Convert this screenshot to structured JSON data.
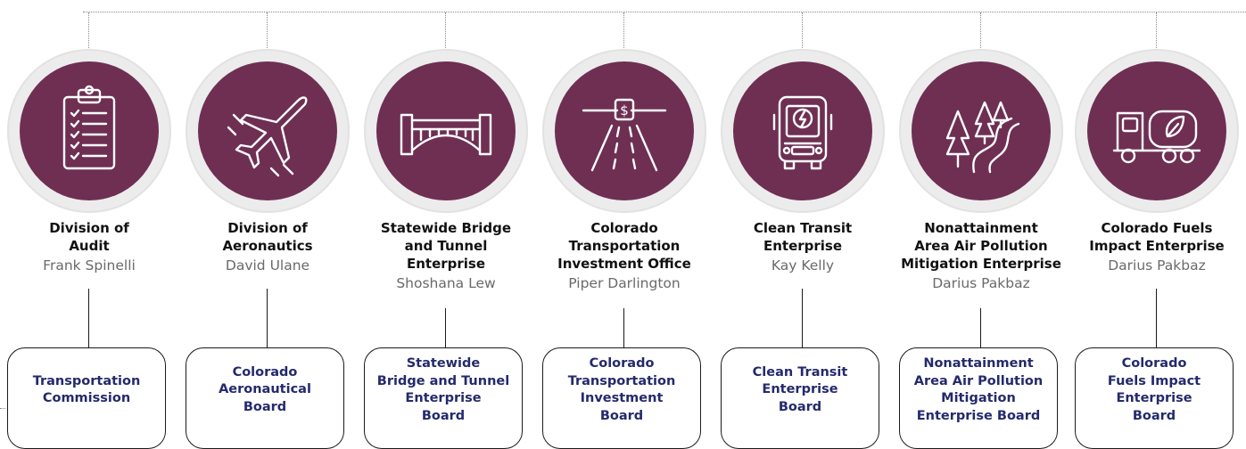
{
  "units": [
    {
      "title": "Division of\nAudit",
      "person": "Frank Spinelli",
      "board": "Transportation\nCommission",
      "icon": "clipboard-checklist-icon"
    },
    {
      "title": "Division of\nAeronautics",
      "person": "David Ulane",
      "board": "Colorado\nAeronautical\nBoard",
      "icon": "airplane-icon"
    },
    {
      "title": "Statewide Bridge\nand Tunnel\nEnterprise",
      "person": "Shoshana Lew",
      "board": "Statewide\nBridge and Tunnel\nEnterprise\nBoard",
      "icon": "bridge-icon"
    },
    {
      "title": "Colorado\nTransportation\nInvestment Office",
      "person": "Piper Darlington",
      "board": "Colorado\nTransportation\nInvestment\nBoard",
      "icon": "toll-road-icon"
    },
    {
      "title": "Clean Transit\nEnterprise",
      "person": "Kay Kelly",
      "board": "Clean Transit\nEnterprise\nBoard",
      "icon": "electric-bus-icon"
    },
    {
      "title": "Nonattainment\nArea Air Pollution\nMitigation Enterprise",
      "person": "Darius Pakbaz",
      "board": "Nonattainment\nArea Air Pollution\nMitigation\nEnterprise Board",
      "icon": "trees-road-icon"
    },
    {
      "title": "Colorado Fuels\nImpact Enterprise",
      "person": "Darius Pakbaz",
      "board": "Colorado\nFuels Impact\nEnterprise\nBoard",
      "icon": "fuel-tanker-icon"
    }
  ],
  "colors": {
    "disc": "#6e2f53",
    "ring": "#ececec",
    "board_text": "#242a6b",
    "person_text": "#6a6a6a"
  }
}
